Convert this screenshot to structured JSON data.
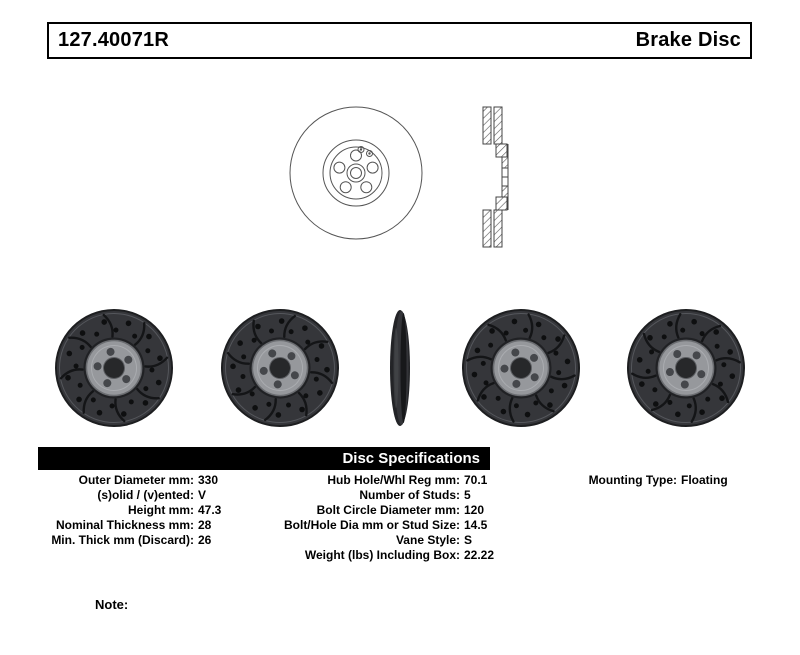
{
  "header": {
    "part_number": "127.40071R",
    "product_title": "Brake Disc"
  },
  "spec_bar": {
    "title": "Disc Specifications"
  },
  "specs": {
    "left": [
      {
        "label": "Outer Diameter mm:",
        "value": "330"
      },
      {
        "label": "(s)olid / (v)ented:",
        "value": "V"
      },
      {
        "label": "Height mm:",
        "value": "47.3"
      },
      {
        "label": "Nominal Thickness mm:",
        "value": "28"
      },
      {
        "label": "Min. Thick mm (Discard):",
        "value": "26"
      }
    ],
    "middle": [
      {
        "label": "Hub Hole/Whl Reg mm:",
        "value": "70.1"
      },
      {
        "label": "Number of Studs:",
        "value": "5"
      },
      {
        "label": "Bolt Circle Diameter mm:",
        "value": "120"
      },
      {
        "label": "Bolt/Hole Dia mm or Stud Size:",
        "value": "14.5"
      },
      {
        "label": "Vane Style:",
        "value": "S"
      },
      {
        "label": "Weight (lbs) Including Box:",
        "value": "22.22"
      }
    ],
    "right": [
      {
        "label": "Mounting Type:",
        "value": "Floating"
      }
    ]
  },
  "note": {
    "label": "Note:"
  },
  "icons": {
    "rotor_front_drawing": "rotor-front-line-drawing",
    "rotor_section_drawing": "rotor-cross-section-drawing",
    "rotor_photo": "drilled-slotted-rotor-photo"
  },
  "colors": {
    "bar_background": "#000000",
    "bar_text": "#ffffff",
    "rotor_dark": "#35363a",
    "hub_gray": "#96989c"
  }
}
